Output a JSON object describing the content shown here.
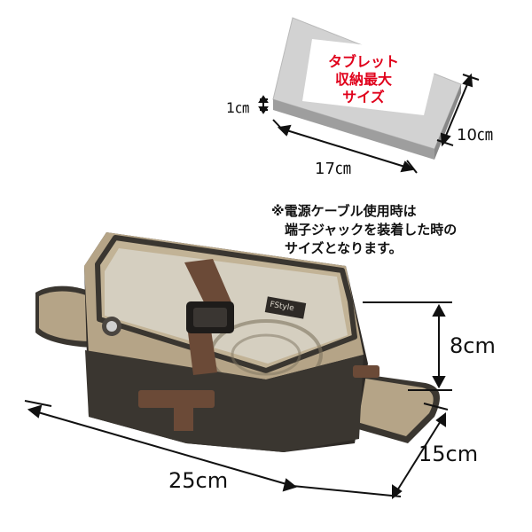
{
  "tablet": {
    "lines": [
      "タブレット",
      "収納最大",
      "サイズ"
    ],
    "dimensions": {
      "thickness": "1㎝",
      "depth": "10㎝",
      "width": "17㎝"
    },
    "colors": {
      "label": "#e0001b",
      "face": "#c8c8c8",
      "screen": "#ffffff"
    }
  },
  "note": {
    "lines": [
      "※電源ケーブル使用時は",
      "　端子ジャックを装着した時の",
      "　サイズとなります。"
    ]
  },
  "bag": {
    "dimensions": {
      "height": "8cm",
      "depth": "15cm",
      "width": "25cm"
    },
    "colors": {
      "canvas": "#b5a487",
      "leather": "#3a3630",
      "strap": "#6b4a37"
    },
    "label_badge": "FStyle"
  }
}
